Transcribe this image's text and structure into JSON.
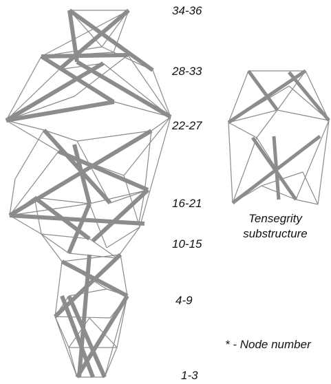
{
  "node_range_labels": [
    "34-36",
    "28-33",
    "22-27",
    "16-21",
    "10-15",
    "4-9",
    "1-3"
  ],
  "side_caption": {
    "line1": "Tensegrity",
    "line2": "substructure"
  },
  "legend_note": "* - Node number",
  "colors": {
    "strut": "#8c8c8c",
    "cable": "#8a8a8a",
    "text": "#111111"
  }
}
